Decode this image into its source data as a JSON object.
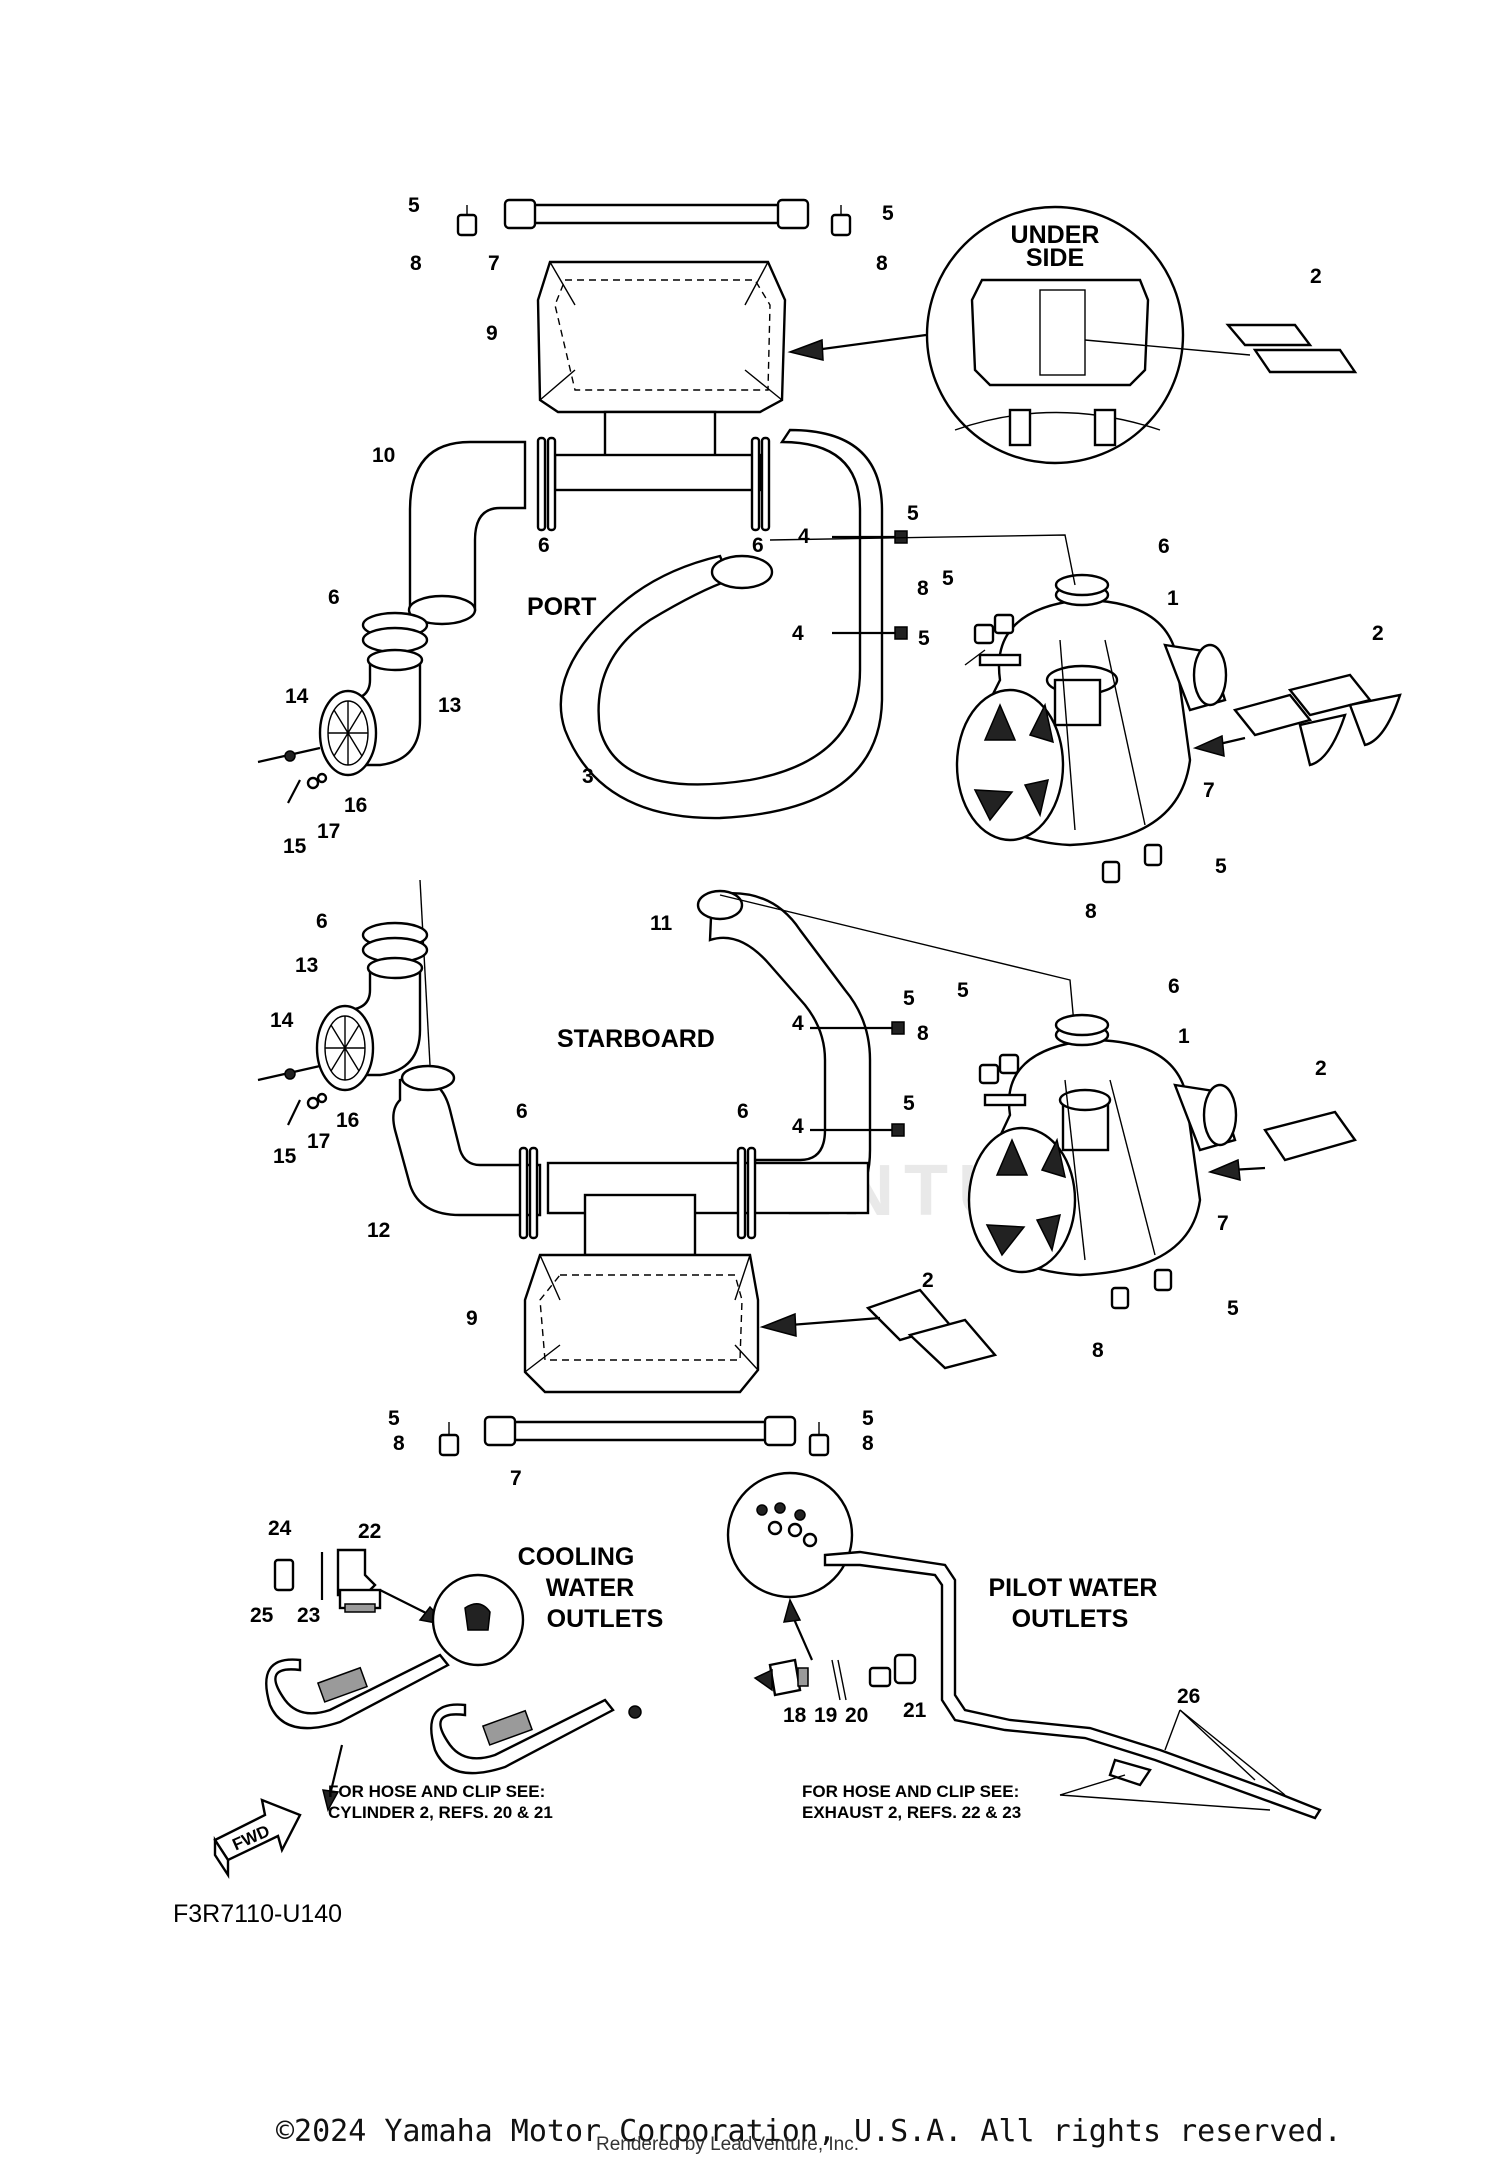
{
  "labels": {
    "under_side": [
      "UNDER",
      "SIDE"
    ],
    "port": "PORT",
    "starboard": "STARBOARD",
    "cooling": [
      "COOLING",
      "WATER",
      "OUTLETS"
    ],
    "pilot": [
      "PILOT WATER",
      "OUTLETS"
    ],
    "note_cylinder": [
      "FOR HOSE AND CLIP SEE:",
      "CYLINDER 2, REFS. 20 & 21"
    ],
    "note_exhaust": [
      "FOR HOSE AND CLIP SEE:",
      "EXHAUST 2, REFS. 22 & 23"
    ],
    "fwd": "FWD",
    "diagram_code": "F3R7110-U140"
  },
  "watermark": "LEADVENTURE",
  "footer": {
    "copyright": "©2024 Yamaha Motor Corporation, U.S.A. All rights reserved.",
    "rendered_by": "Rendered by LeadVenture, Inc."
  },
  "callouts": {
    "port_top": [
      "5",
      "8",
      "7",
      "5",
      "8",
      "9",
      "2",
      "10",
      "6",
      "6",
      "4",
      "5",
      "4",
      "5",
      "6",
      "5",
      "8",
      "1",
      "2",
      "7",
      "5",
      "8",
      "6",
      "14",
      "13",
      "16",
      "17",
      "15",
      "3"
    ],
    "starboard": [
      "6",
      "13",
      "14",
      "16",
      "17",
      "15",
      "11",
      "4",
      "5",
      "4",
      "5",
      "6",
      "6",
      "12",
      "5",
      "8",
      "6",
      "1",
      "2",
      "7",
      "5",
      "8",
      "9",
      "2",
      "5",
      "8",
      "7",
      "5",
      "8"
    ],
    "outlets": [
      "24",
      "22",
      "25",
      "23",
      "18",
      "19",
      "20",
      "21",
      "26"
    ]
  }
}
